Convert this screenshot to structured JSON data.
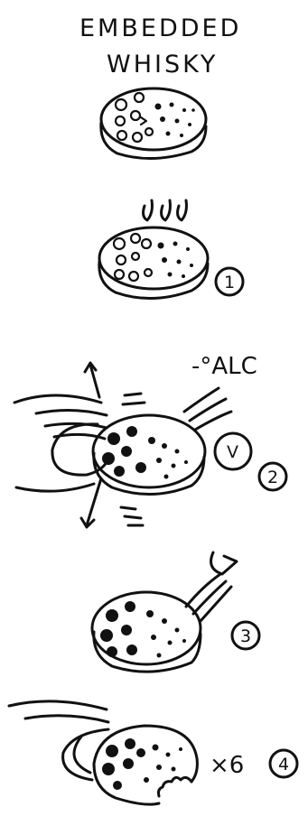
{
  "title": {
    "line1": "EMBEDDED",
    "line2": "WHISKY"
  },
  "steps": [
    {
      "number": "1"
    },
    {
      "number": "2",
      "symbol": "V",
      "label": "-°ALC"
    },
    {
      "number": "3"
    },
    {
      "number": "4",
      "multiplier": "×6"
    }
  ],
  "colors": {
    "ink": "#111111",
    "paper": "#ffffff"
  }
}
